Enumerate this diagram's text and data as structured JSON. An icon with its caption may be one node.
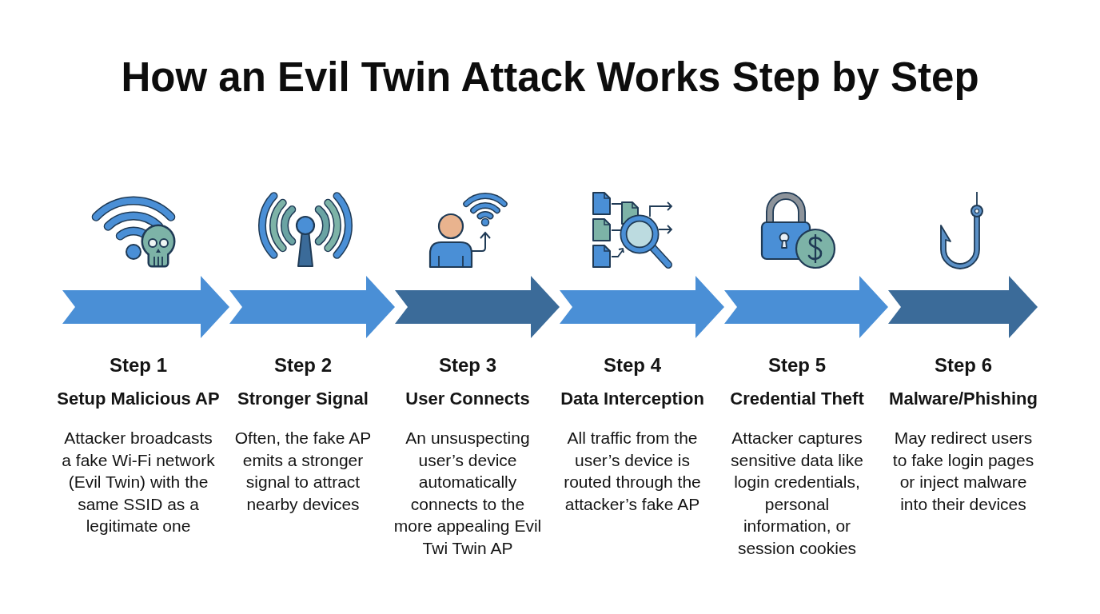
{
  "diagram": {
    "title": "How an Evil Twin Attack Works Step by Step",
    "nodes": [
      {
        "text": [],
        "shape": "band",
        "beside": [
          "Step 1",
          "Setup Malicious AP",
          "Attacker broadcasts a fake Wi-Fi network (Evil Twin) with the same SSID as a legitimate one"
        ]
      },
      {
        "text": [],
        "shape": "band",
        "beside": [
          "Step 2",
          "Stronger Signal",
          "Often, the fake AP emits a stronger signal to attract nearby devices"
        ]
      },
      {
        "text": [],
        "shape": "band",
        "beside": [
          "Step 3",
          "User Connects",
          "An unsuspecting user’s device automatically connects to the more appealing Evil Twi Twin AP"
        ]
      },
      {
        "text": [],
        "shape": "band",
        "beside": [
          "Step 4",
          "Data Interception",
          "All traffic from the user’s device is routed through the attacker’s fake AP"
        ]
      },
      {
        "text": [],
        "shape": "band",
        "beside": [
          "Step 5",
          "Credential Theft",
          "Attacker captures sensitive data like login credentials, personal information, or session cookies"
        ]
      },
      {
        "text": [],
        "shape": "band",
        "beside": [
          "Step 6",
          "Malware/Phishing",
          "May redirect users to fake login pages or inject malware into their devices"
        ]
      }
    ],
    "edges": [
      {
        "from": 0,
        "to": 1,
        "arrow": "to"
      },
      {
        "from": 1,
        "to": 2,
        "arrow": "to"
      },
      {
        "from": 2,
        "to": 3,
        "arrow": "to",
        "color": "#3b6b99"
      },
      {
        "from": 3,
        "to": 4,
        "arrow": "to"
      },
      {
        "from": 4,
        "to": 5,
        "arrow": "to"
      },
      {
        "from": 5,
        "to": null,
        "arrow": "to",
        "color": "#3b6b99"
      }
    ]
  }
}
